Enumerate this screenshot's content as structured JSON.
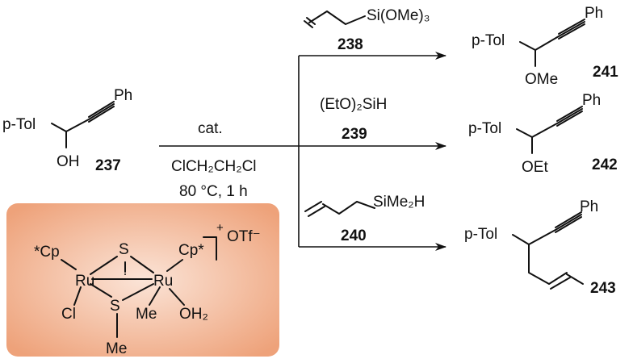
{
  "reactant": {
    "p_tol": "p-Tol",
    "oh": "OH",
    "ph": "Ph",
    "number": "237"
  },
  "conditions": {
    "catalyst": "cat.",
    "solvent": "ClCH₂CH₂Cl",
    "temperature": "80 °C, 1 h"
  },
  "catalyst_structure": {
    "cp_left": "*Cp",
    "ru_left": "Ru",
    "s_top": "S",
    "ru_right": "Ru",
    "cp_right": "Cp*",
    "cl": "Cl",
    "s_bottom": "S",
    "me_mid": "Me",
    "oh2": "OH₂",
    "me_bottom": "Me",
    "charge": "+",
    "counterion": "OTf⁻"
  },
  "reagents": [
    {
      "label": "Si(OMe)₃",
      "number": "238"
    },
    {
      "label": "(EtO)₂SiH",
      "number": "239"
    },
    {
      "label": "SiMe₂H",
      "number": "240"
    }
  ],
  "products": [
    {
      "p_tol": "p-Tol",
      "substituent": "OMe",
      "ph": "Ph",
      "number": "241"
    },
    {
      "p_tol": "p-Tol",
      "substituent": "OEt",
      "ph": "Ph",
      "number": "242"
    },
    {
      "p_tol": "p-Tol",
      "ph": "Ph",
      "number": "243"
    }
  ],
  "colors": {
    "catalyst_box_edge": "#e9935f",
    "catalyst_box_center": "#fbe4d7",
    "ink": "#111111"
  }
}
